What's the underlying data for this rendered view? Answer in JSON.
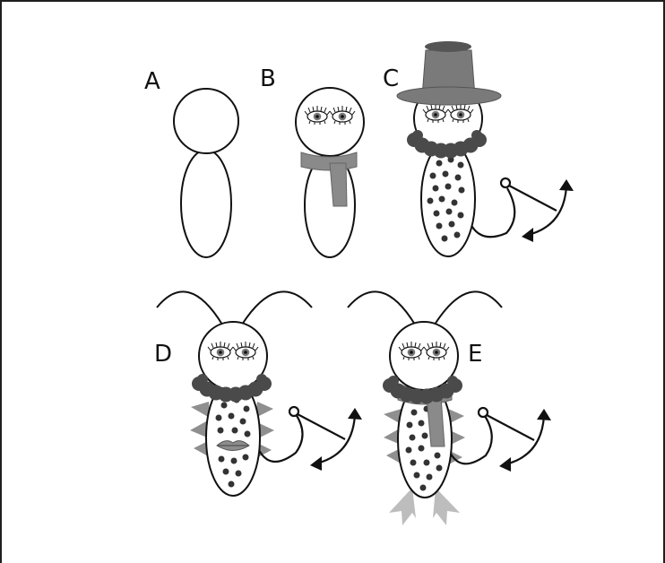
{
  "panels": {
    "A": {
      "label": "A"
    },
    "B": {
      "label": "B"
    },
    "C": {
      "label": "C"
    },
    "D": {
      "label": "D"
    },
    "E": {
      "label": "E"
    }
  },
  "colors": {
    "outline": "#111111",
    "body_fill": "#ffffff",
    "scarf": "#8a8a8a",
    "hat": "#7a7a7a",
    "hat_top": "#555555",
    "collar": "#4a4a4a",
    "spots": "#333333",
    "spikes": "#8f8f8f",
    "feet": "#bdbdbd",
    "lips": "#8c8c8c"
  },
  "icons": [
    "eye-icon",
    "anchor-tail-icon",
    "antenna-icon",
    "top-hat-icon"
  ]
}
